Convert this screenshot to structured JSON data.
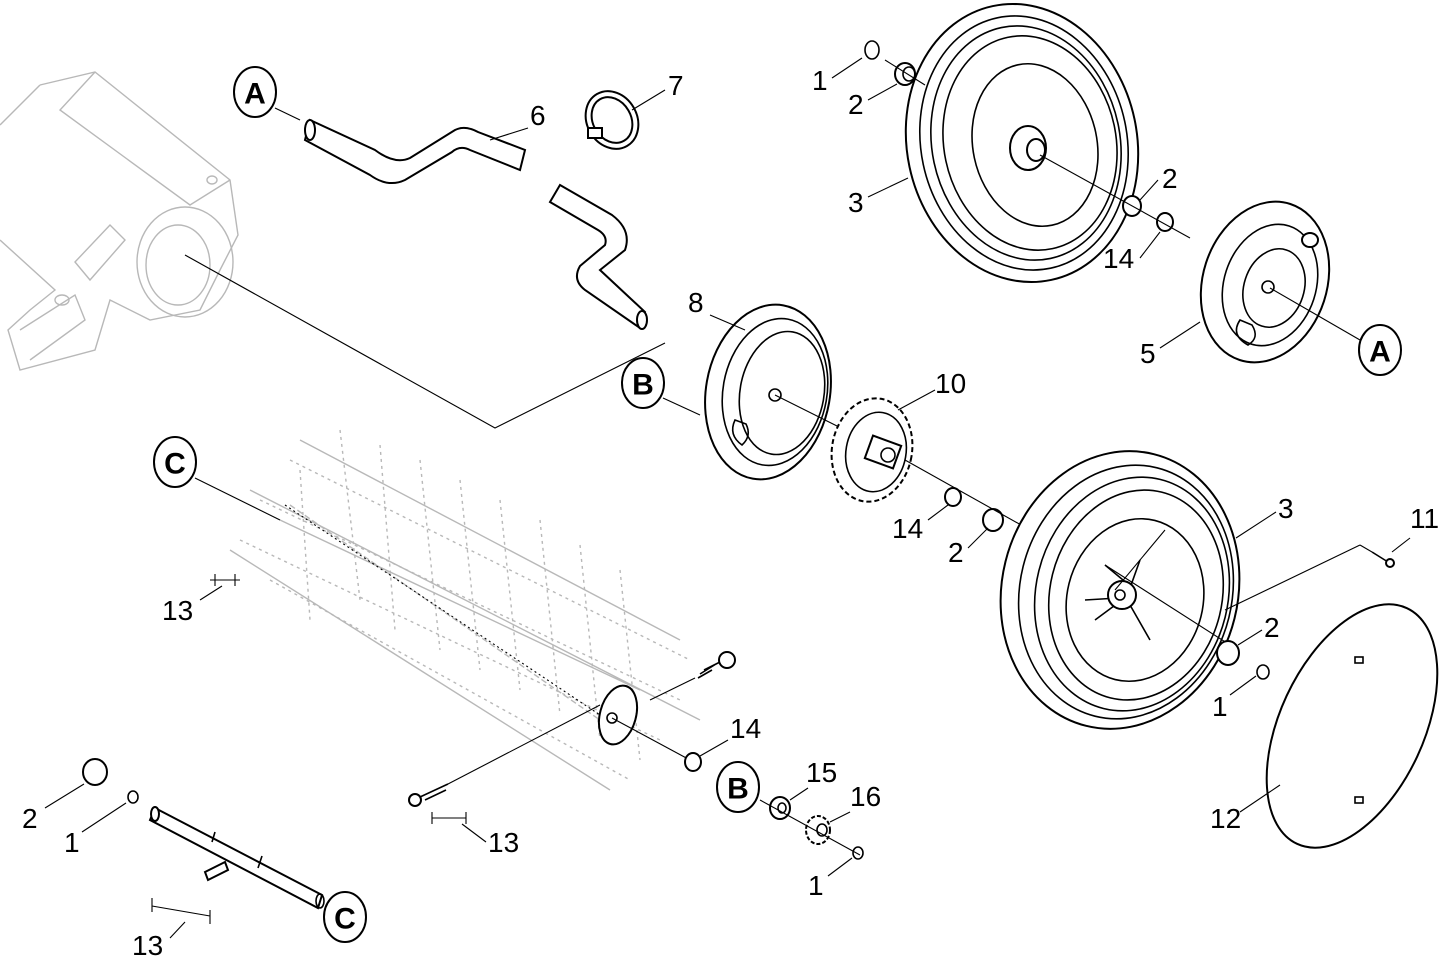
{
  "diagram": {
    "ref_markers": {
      "a_top": "A",
      "a_right": "A",
      "b_mid": "B",
      "b_low": "B",
      "c_left": "C",
      "c_low": "C"
    },
    "callouts": [
      {
        "id": "c1a",
        "part": "1"
      },
      {
        "id": "c2a",
        "part": "2"
      },
      {
        "id": "c3a",
        "part": "3"
      },
      {
        "id": "c2b",
        "part": "2"
      },
      {
        "id": "c14a",
        "part": "14"
      },
      {
        "id": "c5",
        "part": "5"
      },
      {
        "id": "c6",
        "part": "6"
      },
      {
        "id": "c7",
        "part": "7"
      },
      {
        "id": "c8",
        "part": "8"
      },
      {
        "id": "c10",
        "part": "10"
      },
      {
        "id": "c14b",
        "part": "14"
      },
      {
        "id": "c2c",
        "part": "2"
      },
      {
        "id": "c3b",
        "part": "3"
      },
      {
        "id": "c11",
        "part": "11"
      },
      {
        "id": "c2d",
        "part": "2"
      },
      {
        "id": "c1b",
        "part": "1"
      },
      {
        "id": "c12",
        "part": "12"
      },
      {
        "id": "c13a",
        "part": "13"
      },
      {
        "id": "c14c",
        "part": "14"
      },
      {
        "id": "c15",
        "part": "15"
      },
      {
        "id": "c16",
        "part": "16"
      },
      {
        "id": "c1c",
        "part": "1"
      },
      {
        "id": "c13b",
        "part": "13"
      },
      {
        "id": "c2e",
        "part": "2"
      },
      {
        "id": "c1d",
        "part": "1"
      },
      {
        "id": "c13c",
        "part": "13"
      }
    ]
  }
}
